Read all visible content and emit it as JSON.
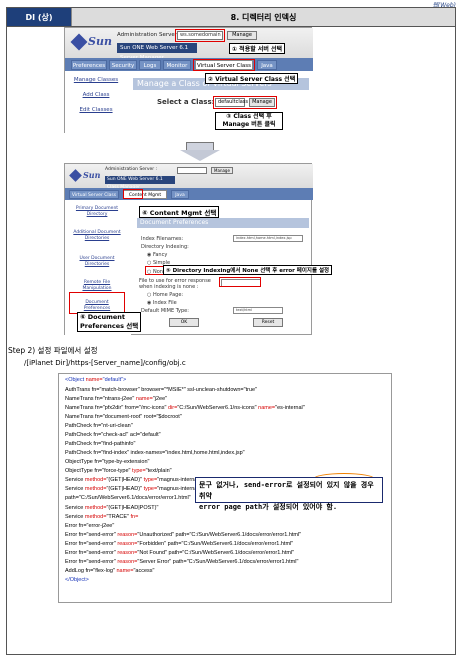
{
  "top_tag": "웹(Web)",
  "header": {
    "code": "DI (상)",
    "title": "8. 디렉터리 인덱싱"
  },
  "shot1": {
    "logo": "Sun",
    "admin_label": "Administration Server :",
    "server_select": "ws.somedomain",
    "manage_button": "Manage",
    "product_bar": "Sun ONE Web Server 6.1 Server Manager",
    "tabs": [
      "Preferences",
      "Security",
      "Logs",
      "Monitor",
      "Virtual Server Class",
      "Java"
    ],
    "links": [
      "Manage Classes",
      "Add Class",
      "Edit Classes"
    ],
    "main_title": "Manage a Class of Virtual Servers",
    "select_class_label": "Select a Class:",
    "class_select": "defaultclass",
    "manage_button2": "Manage",
    "note1": "① 적용할 서버 선택",
    "note2": "② Virtual Server Class 선택",
    "note3_line1": "③ Class 선택 후",
    "note3_line2": "Manage 버튼 클릭"
  },
  "shot2": {
    "logo": "Sun",
    "admin_label": "Administration Server :",
    "product_bar": "Sun ONE Web Server 6.1 Class Manager",
    "manage_button": "Manage",
    "tabs": [
      "Virtual Server Class",
      "Content Mgmt",
      "Java"
    ],
    "side_items": [
      "Primary Document Directory",
      "Additional Document Directories",
      "User Document Directories",
      "Remote File Manipulation",
      "Document Preferences"
    ],
    "section_title": "Document Preferences",
    "index_filenames_label": "Index Filenames:",
    "index_filenames_value": "index.html,home.html,index.jsp",
    "dir_indexing_label": "Directory Indexing:",
    "opt_fancy": "Fancy",
    "opt_simple": "Simple",
    "opt_none": "None",
    "file_use_label1": "File to use for error response",
    "file_use_label2": "when indexing is none :",
    "home_page_label": "Home Page:",
    "index_file_label": "Index File",
    "mime_label": "Default MIME Type:",
    "mime_value": "text/html",
    "ok_button": "OK",
    "reset_button": "Reset",
    "note4": "④ Content Mgmt 선택",
    "note5": "⑤ Directory Indexing에서 None 선택 후 error 페이지를 설정",
    "note6_line1": "⑥ Document",
    "note6_line2": "Preferences 선택"
  },
  "step2": {
    "label": "Step 2) 설정 파일에서 설정",
    "path": "/[iPlanet Dir]/https-[Server_name]/config/obj.c"
  },
  "code": {
    "lines": [
      {
        "parts": [
          {
            "t": "<Object ",
            "c": "tg"
          },
          {
            "t": "name=",
            "c": "kw"
          },
          {
            "t": "\"default\"",
            "c": "st"
          },
          {
            "t": ">",
            "c": "tg"
          }
        ]
      },
      {
        "parts": [
          {
            "t": "AuthTrans fn=\"match-browser\" browser=\"*MSIE*\" ssl-unclean-shutdown=\"true\"",
            "c": ""
          }
        ]
      },
      {
        "parts": [
          {
            "t": "NameTrans fn=\"ntrans-j2ee\" ",
            "c": ""
          },
          {
            "t": "name=",
            "c": "kw"
          },
          {
            "t": "\"j2ee\"",
            "c": ""
          }
        ]
      },
      {
        "parts": [
          {
            "t": "NameTrans fn=\"pfx2dir\" from=\"/mc-icons\" ",
            "c": ""
          },
          {
            "t": "dir=",
            "c": "kw"
          },
          {
            "t": "\"C:/Sun/WebServer6.1/ns-icons\" ",
            "c": ""
          },
          {
            "t": "name=",
            "c": "kw"
          },
          {
            "t": "\"es-internal\"",
            "c": ""
          }
        ]
      },
      {
        "parts": [
          {
            "t": "NameTrans fn=\"document-root\" root=\"$docroot\"",
            "c": ""
          }
        ]
      },
      {
        "parts": [
          {
            "t": "PathCheck fn=\"nt-uri-clean\"",
            "c": ""
          }
        ]
      },
      {
        "parts": [
          {
            "t": "PathCheck fn=\"check-acl\" acl=\"default\"",
            "c": ""
          }
        ]
      },
      {
        "parts": [
          {
            "t": "PathCheck fn=\"find-pathinfo\"",
            "c": ""
          }
        ]
      },
      {
        "parts": [
          {
            "t": "PathCheck fn=\"find-index\" index-names=\"index.html,home.html,index.jsp\"",
            "c": ""
          }
        ]
      },
      {
        "parts": [
          {
            "t": "ObjectType fn=\"type-by-extension\"",
            "c": ""
          }
        ]
      },
      {
        "parts": [
          {
            "t": "ObjectType fn=\"force-type\" ",
            "c": ""
          },
          {
            "t": "type=",
            "c": "kw"
          },
          {
            "t": "\"text/plain\"",
            "c": ""
          }
        ]
      },
      {
        "parts": [
          {
            "t": "Service ",
            "c": ""
          },
          {
            "t": "method=",
            "c": "kw"
          },
          {
            "t": "\"(GET|HEAD)\" ",
            "c": ""
          },
          {
            "t": "type=",
            "c": "kw"
          },
          {
            "t": "\"magnus-internal/imagemap\" fn=\"imagemap\"",
            "c": ""
          }
        ]
      },
      {
        "parts": [
          {
            "t": "Service ",
            "c": ""
          },
          {
            "t": "method=",
            "c": "kw"
          },
          {
            "t": "\"(GET|HEAD)\" ",
            "c": ""
          },
          {
            "t": "type=",
            "c": "kw"
          },
          {
            "t": "\"magnus-internal/directory\" fn=\"send-error\"",
            "c": ""
          }
        ]
      },
      {
        "parts": [
          {
            "t": "path=\"C:/Sun/WebServer6.1/docs/error/error1.html\"",
            "c": ""
          }
        ]
      },
      {
        "parts": [
          {
            "t": "Service ",
            "c": ""
          },
          {
            "t": "method=",
            "c": "kw"
          },
          {
            "t": "\"(GET|HEAD|POST)\"",
            "c": ""
          }
        ]
      },
      {
        "parts": [
          {
            "t": "Service ",
            "c": ""
          },
          {
            "t": "method=",
            "c": "kw"
          },
          {
            "t": "\"TRACE\" ",
            "c": ""
          },
          {
            "t": "fn=",
            "c": "kw"
          }
        ]
      },
      {
        "parts": [
          {
            "t": "Error fn=\"error-j2ee\"",
            "c": ""
          }
        ]
      },
      {
        "parts": [
          {
            "t": "Error fn=\"send-error\" ",
            "c": ""
          },
          {
            "t": "reason=",
            "c": "kw"
          },
          {
            "t": "\"Unauthorized\" path=\"C:/Sun/WebServer6.1/docs/error/error1.html\"",
            "c": ""
          }
        ]
      },
      {
        "parts": [
          {
            "t": "Error fn=\"send-error\" ",
            "c": ""
          },
          {
            "t": "reason=",
            "c": "kw"
          },
          {
            "t": "\"Forbidden\" path=\"C:/Sun/WebServer6.1/docs/error/error1.html\"",
            "c": ""
          }
        ]
      },
      {
        "parts": [
          {
            "t": "Error fn=\"send-error\" ",
            "c": ""
          },
          {
            "t": "reason=",
            "c": "kw"
          },
          {
            "t": "\"Not Found\" path=\"C:/Sun/WebServer6.1/docs/error/error1.html\"",
            "c": ""
          }
        ]
      },
      {
        "parts": [
          {
            "t": "Error fn=\"send-error\" ",
            "c": ""
          },
          {
            "t": "reason=",
            "c": "kw"
          },
          {
            "t": "\"Server Error\" path=\"C:/Sun/WebServer6.1/docs/error/error1.html\"",
            "c": ""
          }
        ]
      },
      {
        "parts": [
          {
            "t": "AddLog fn=\"flex-log\" ",
            "c": ""
          },
          {
            "t": "name=",
            "c": "kw"
          },
          {
            "t": "\"access\"",
            "c": ""
          }
        ]
      },
      {
        "parts": [
          {
            "t": "</Object>",
            "c": "tg"
          }
        ]
      }
    ],
    "callout_line1": "문구 없거나, send-error로 설정되어 있지 않을 경우 취약",
    "callout_line2": "error page path가 설정되어 있어야 함."
  },
  "colors": {
    "header_left_bg": "#1e3f7a",
    "header_right_bg": "#dcdcdc",
    "annotation_red": "#e00000",
    "highlight_orange": "#f08000",
    "keyword_red": "#d60000",
    "string_blue": "#1733b8"
  }
}
